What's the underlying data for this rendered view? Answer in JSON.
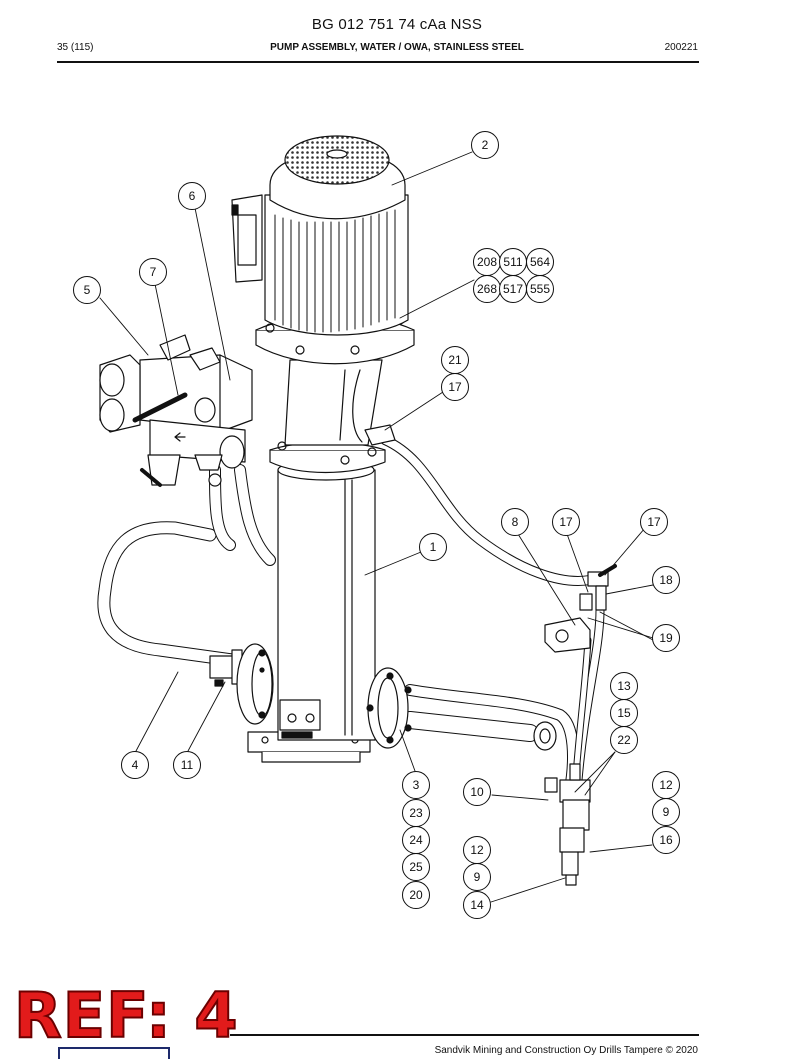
{
  "header": {
    "doc_title": "BG 012 751 74 cAa NSS",
    "page_number": "35 (115)",
    "section_title": "PUMP ASSEMBLY, WATER / OWA, STAINLESS STEEL",
    "date": "200221"
  },
  "callouts": [
    {
      "label": "2"
    },
    {
      "label": "6"
    },
    {
      "label": "7"
    },
    {
      "label": "5"
    },
    {
      "label": "208"
    },
    {
      "label": "511"
    },
    {
      "label": "564"
    },
    {
      "label": "268"
    },
    {
      "label": "517"
    },
    {
      "label": "555"
    },
    {
      "label": "21"
    },
    {
      "label": "17"
    },
    {
      "label": "8"
    },
    {
      "label": "17"
    },
    {
      "label": "17"
    },
    {
      "label": "1"
    },
    {
      "label": "18"
    },
    {
      "label": "19"
    },
    {
      "label": "13"
    },
    {
      "label": "15"
    },
    {
      "label": "22"
    },
    {
      "label": "4"
    },
    {
      "label": "11"
    },
    {
      "label": "3"
    },
    {
      "label": "23"
    },
    {
      "label": "24"
    },
    {
      "label": "25"
    },
    {
      "label": "20"
    },
    {
      "label": "10"
    },
    {
      "label": "12"
    },
    {
      "label": "9"
    },
    {
      "label": "16"
    },
    {
      "label": "12"
    },
    {
      "label": "9"
    },
    {
      "label": "14"
    }
  ],
  "stamp": {
    "text": "REF: 4",
    "color": "#e21b1b"
  },
  "footer": {
    "text": "Sandvik Mining and Construction Oy Drills Tampere © 2020"
  },
  "colors": {
    "ink": "#111111",
    "background": "#ffffff",
    "stamp": "#e21b1b",
    "logo": "#1d2a6b"
  }
}
